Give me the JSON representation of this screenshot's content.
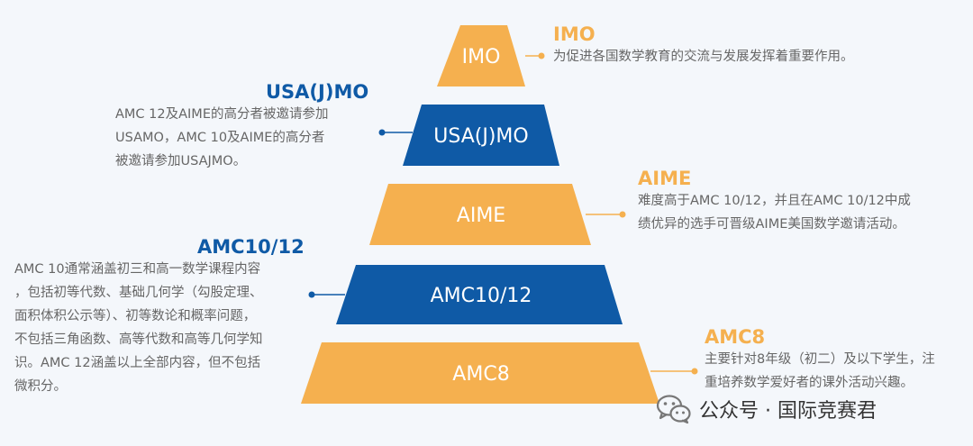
{
  "colors": {
    "orange": "#f5b04f",
    "blue": "#0f5aa6",
    "text_gray": "#666666",
    "background": "#f4f7fb"
  },
  "tiers": [
    {
      "label": "IMO",
      "color": "#f5b04f"
    },
    {
      "label": "USA(J)MO",
      "color": "#0f5aa6"
    },
    {
      "label": "AIME",
      "color": "#f5b04f"
    },
    {
      "label": "AMC10/12",
      "color": "#0f5aa6"
    },
    {
      "label": "AMC8",
      "color": "#f5b04f"
    }
  ],
  "annotations": {
    "imo": {
      "title": "IMO",
      "lines": [
        "为促进各国数学教育的交流与发展发挥着重要作用。"
      ]
    },
    "usajmo": {
      "title": "USA(J)MO",
      "lines": [
        "AMC 12及AIME的高分者被邀请参加",
        "USAMO，AMC 10及AIME的高分者",
        "被邀请参加USAJMO。"
      ]
    },
    "aime": {
      "title": "AIME",
      "lines": [
        "难度高于AMC 10/12，并且在AMC 10/12中成",
        "绩优异的选手可晋级AIME美国数学邀请活动。"
      ]
    },
    "amc1012": {
      "title": "AMC10/12",
      "lines": [
        "AMC 10通常涵盖初三和高一数学课程内容",
        "，包括初等代数、基础几何学（勾股定理、",
        "面积体积公示等）、初等数论和概率问题，",
        "不包括三角函数、高等代数和高等几何学知",
        "识。AMC 12涵盖以上全部内容，但不包括",
        "微积分。"
      ]
    },
    "amc8": {
      "title": "AMC8",
      "lines": [
        "主要针对8年级（初二）及以下学生，注",
        "重培养数学爱好者的课外活动兴趣。"
      ]
    }
  },
  "watermark": {
    "text": "公众号 · 国际竞赛君",
    "icon": "wechat-icon"
  }
}
